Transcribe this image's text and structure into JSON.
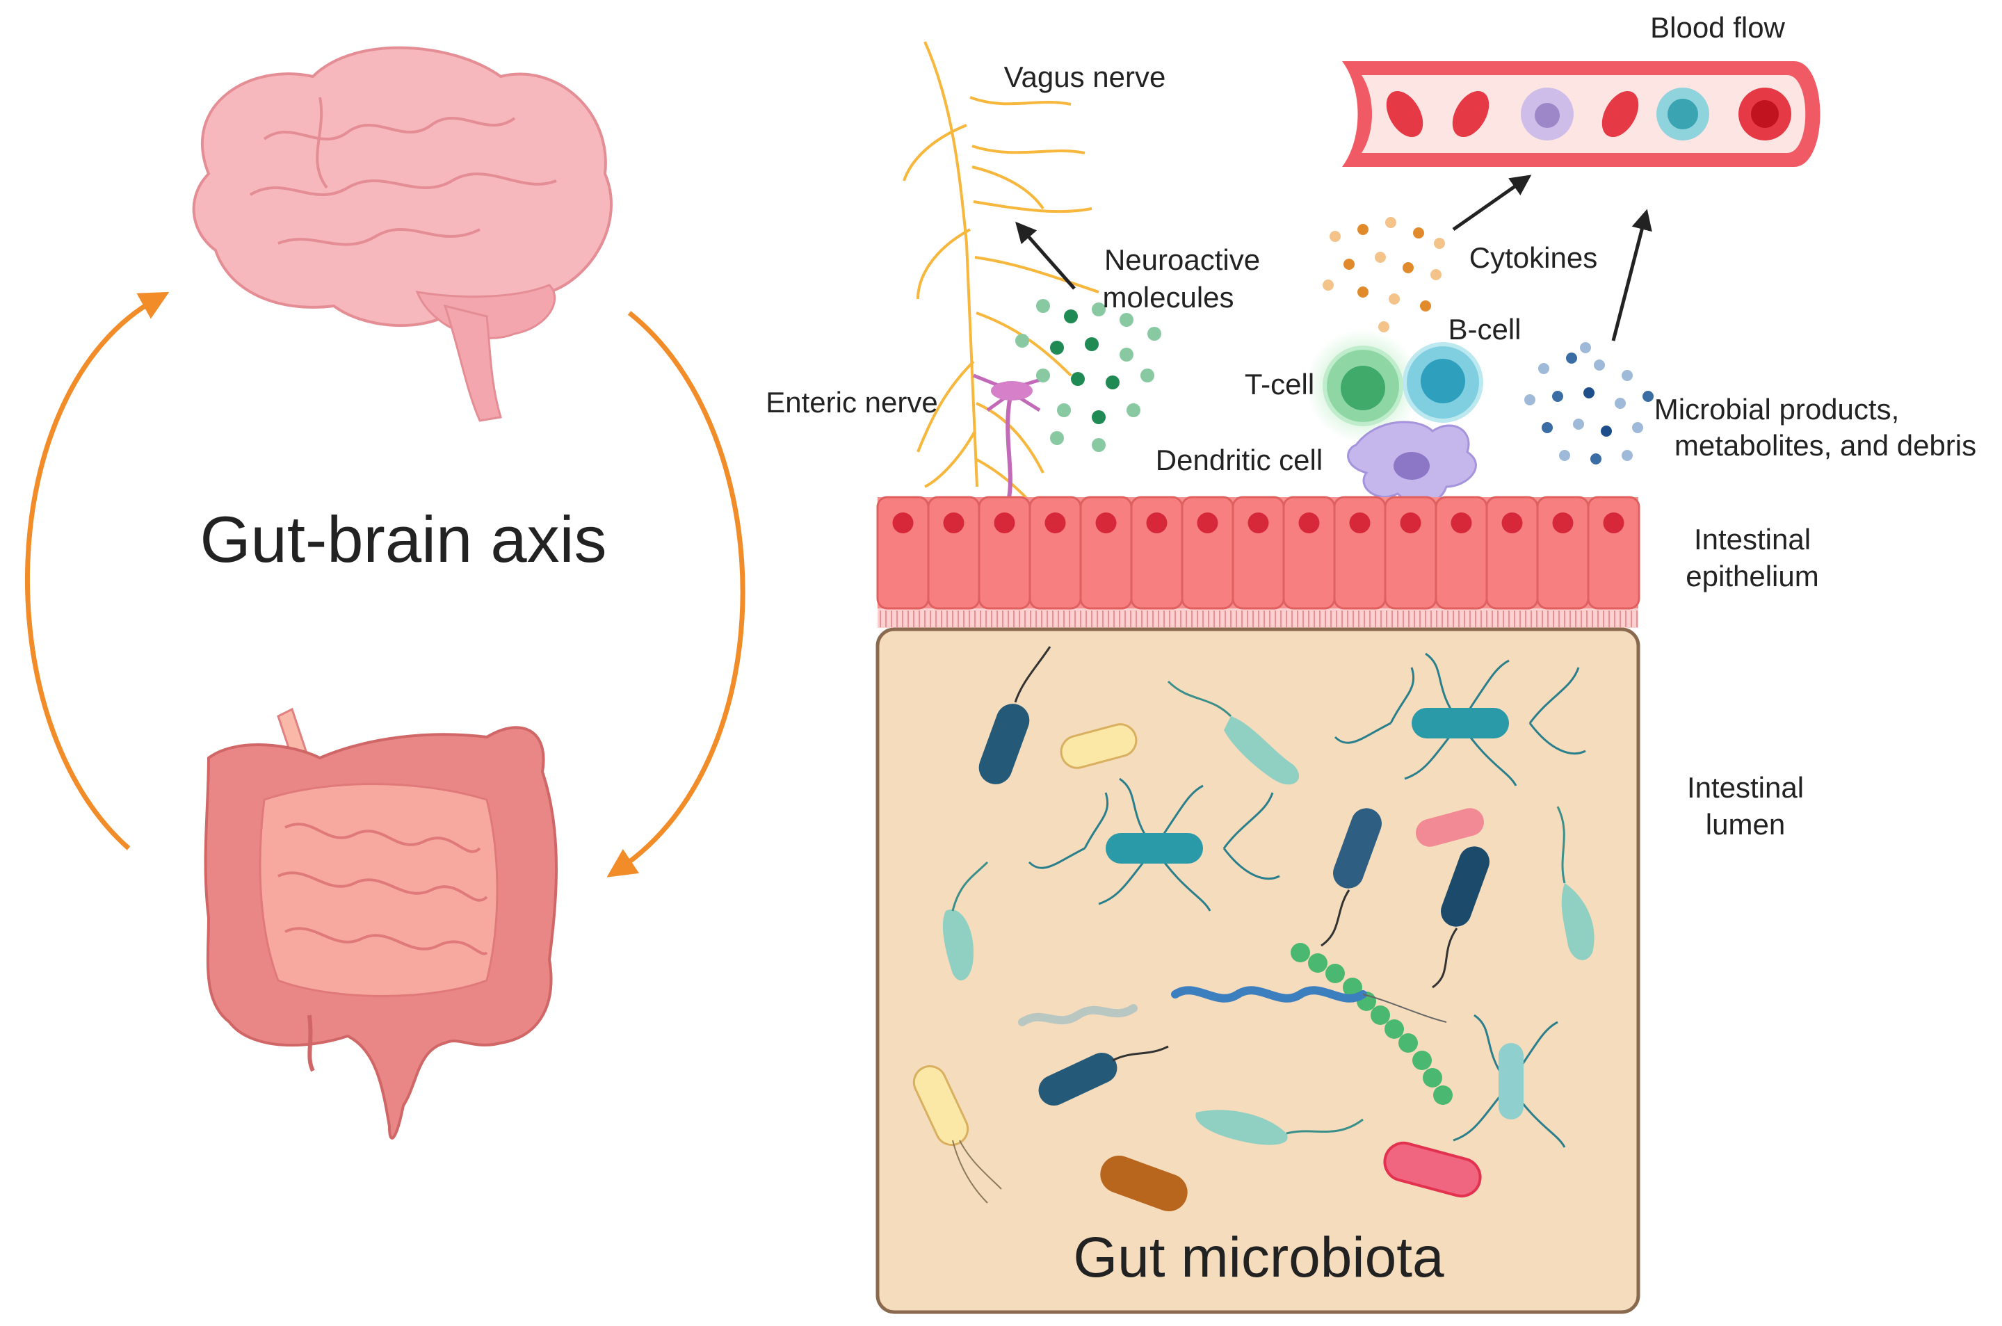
{
  "labels": {
    "gut_brain_axis": "Gut-brain axis",
    "gut_microbiota": "Gut microbiota",
    "vagus_nerve": "Vagus nerve",
    "blood_flow": "Blood flow",
    "neuroactive_line1": "Neuroactive",
    "neuroactive_line2": "molecules",
    "cytokines": "Cytokines",
    "b_cell": "B-cell",
    "t_cell": "T-cell",
    "enteric_nerve": "Enteric nerve",
    "dendritic_cell": "Dendritic cell",
    "microbial_line1": "Microbial products,",
    "microbial_line2": "metabolites, and debris",
    "epithelium_line1": "Intestinal",
    "epithelium_line2": "epithelium",
    "lumen_line1": "Intestinal",
    "lumen_line2": "lumen"
  },
  "colors": {
    "cycle_arrow": "#f28c28",
    "brain": "#f6b8bd",
    "intestine": "#e98787",
    "nerve": "#f6b73c",
    "epithelium": "#f77f7f",
    "lumen": "#f5dcbd",
    "blood_vessel": "#f05a64",
    "teal_bacteria": "#2a9aa8",
    "dark_bacteria": "#245a78"
  },
  "icons": [
    "brain-icon",
    "intestine-icon",
    "vagus-nerve-icon",
    "enteric-neuron-icon",
    "blood-vessel-icon",
    "t-cell-icon",
    "b-cell-icon",
    "dendritic-cell-icon",
    "bacteria-icon"
  ]
}
